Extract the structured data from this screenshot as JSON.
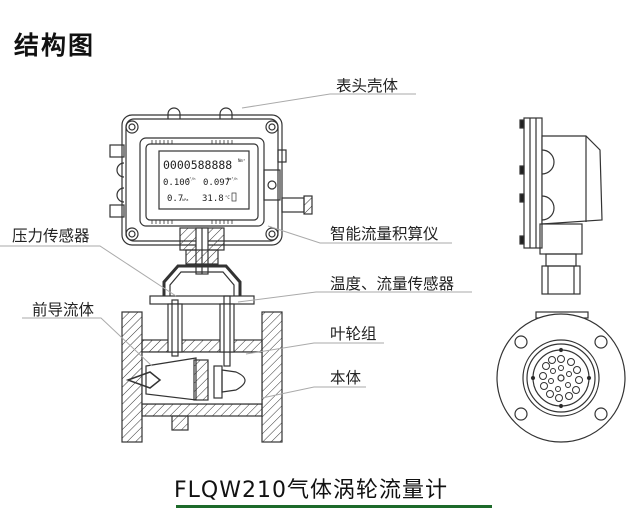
{
  "page": {
    "title": "结构图",
    "caption": "FLQW210气体涡轮流量计",
    "accent_color": "#1d6a2a"
  },
  "labels": {
    "housing": "表头壳体",
    "pressure_sensor": "压力传感器",
    "totalizer": "智能流量积算仪",
    "front_flow_body": "前导流体",
    "temp_flow_sensor": "温度、流量传感器",
    "impeller": "叶轮组",
    "body": "本体"
  },
  "display": {
    "total": "0000588888",
    "total_unit": "Nm³",
    "flow_a": "0.100",
    "flow_a_unit": "m³/h",
    "flow_b": "0.097",
    "flow_b_unit": "Nm³/h",
    "pressure": "0.7",
    "pressure_unit": "kPa",
    "temperature": "31.8",
    "temperature_unit": "°C"
  }
}
